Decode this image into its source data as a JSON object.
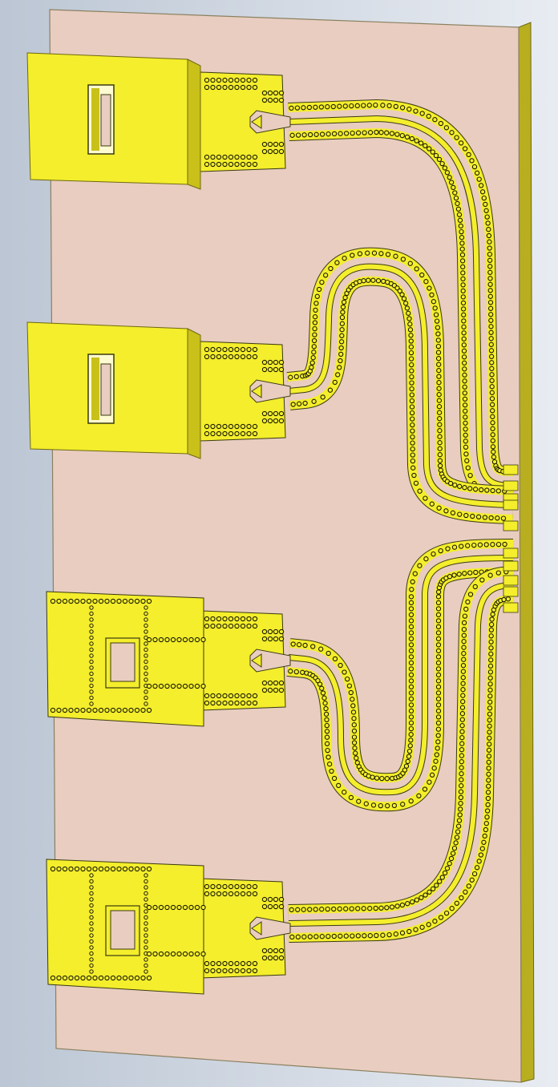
{
  "view": {
    "background_gradient": [
      "#bcc6d4",
      "#e8ecf2"
    ]
  },
  "colors": {
    "substrate": "#e9cdc0",
    "substrate_edge": "#8a8060",
    "side_face": "#b8ae20",
    "copper": "#f4ee2c",
    "copper_dark": "#c9c01a",
    "copper_outline": "#3a3a10",
    "via_hole": "#f4ee2c",
    "via_ring": "#1a1a08",
    "gap": "#e9cdc0"
  },
  "parts": {
    "substrate": "pcb-substrate",
    "waveguide_transitions": [
      "waveguide-port-1",
      "waveguide-port-2",
      "waveguide-port-3",
      "waveguide-port-4"
    ],
    "feed_lines": [
      "grounded-cpw-line-1",
      "grounded-cpw-line-2",
      "grounded-cpw-line-3",
      "grounded-cpw-line-4"
    ],
    "edge_connectors": "edge-ports"
  }
}
